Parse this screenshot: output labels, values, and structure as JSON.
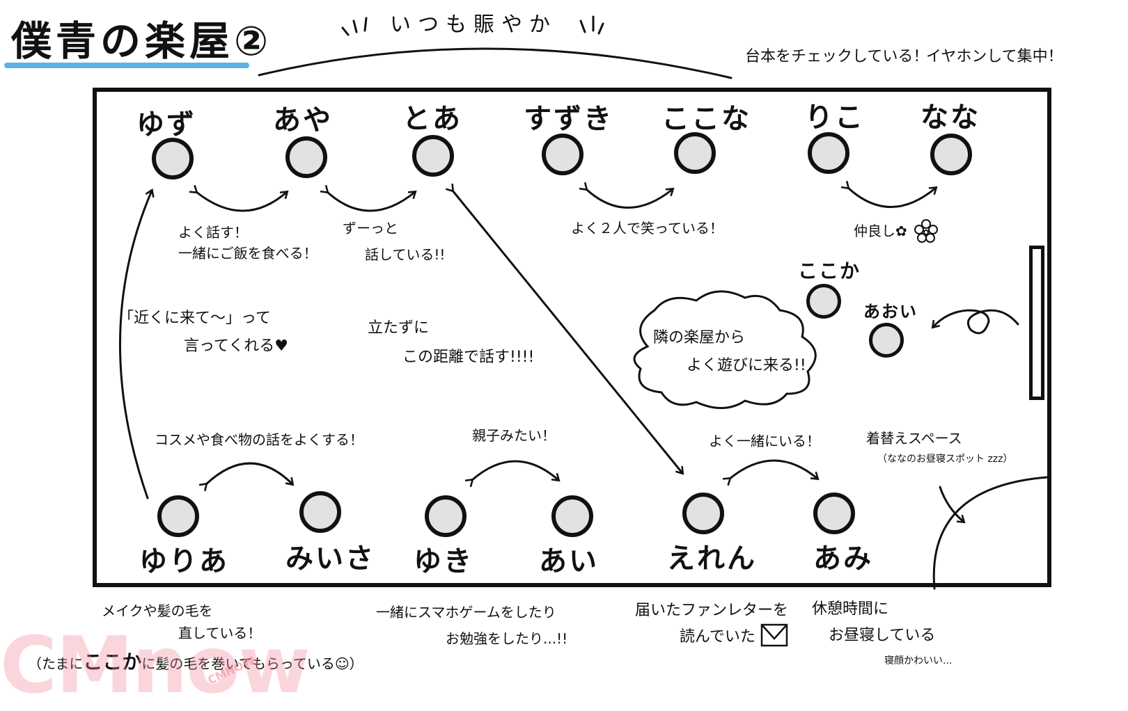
{
  "title": "僕青の楽屋②",
  "colors": {
    "accent": "#5bb3e6",
    "watermark": "#f28c9c",
    "seat_fill": "#e2e2e2"
  },
  "top_note": "いつも賑やか",
  "top_right": {
    "script_check": "台本をチェックしている！",
    "earphones": "イヤホンして集中！"
  },
  "seats_top": [
    "ゆず",
    "あや",
    "とあ",
    "すずき",
    "ここな",
    "りこ",
    "なな"
  ],
  "seats_bottom": [
    "ゆりあ",
    "みいさ",
    "ゆき",
    "あい",
    "えれん",
    "あみ"
  ],
  "visitors": [
    "ここか",
    "あおい"
  ],
  "relations": {
    "yuzu_aya_1": "よく話す！",
    "yuzu_aya_2": "一緒にご飯を食べる！",
    "aya_toa_1": "ずーっと",
    "aya_toa_2": "話している!!",
    "suzuki_kokona": "よく２人で笑っている！",
    "riko_nana": "仲良し✿",
    "yuria_yuzu_1": "「近くに来て〜」って",
    "yuria_yuzu_2": "言ってくれる♥",
    "toa_eren_1": "立たずに",
    "toa_eren_2": "この距離で話す!!!!",
    "yuria_miisa": "コスメや食べ物の話をよくする！",
    "yuki_ai": "親子みたい！",
    "eren_ami": "よく一緒にいる！"
  },
  "cloud_text": [
    "隣の楽屋から",
    "よく遊びに来る!!"
  ],
  "changing_space": {
    "label": "着替えスペース",
    "note": "（ななのお昼寝スポット zzz）"
  },
  "bottom_notes": {
    "makeup_1": "メイクや髪の毛を",
    "makeup_2": "直している！",
    "makeup_3_a": "（たまに",
    "makeup_3_b": "ここか",
    "makeup_3_c": "に髪の毛を巻いてもらっている☺）",
    "game_1": "一緒にスマホゲームをしたり",
    "game_2": "お勉強をしたり...!!",
    "letter_1": "届いたファンレターを",
    "letter_2": "読んでいた",
    "rest_1": "休憩時間に",
    "rest_2": "お昼寝している",
    "rest_3": "寝顔かわいい..."
  },
  "icons": [
    "envelope-icon",
    "heart-icon",
    "flower-icon",
    "door-icon"
  ],
  "watermark": {
    "big": "CMnow",
    "small": "CMNOW"
  }
}
